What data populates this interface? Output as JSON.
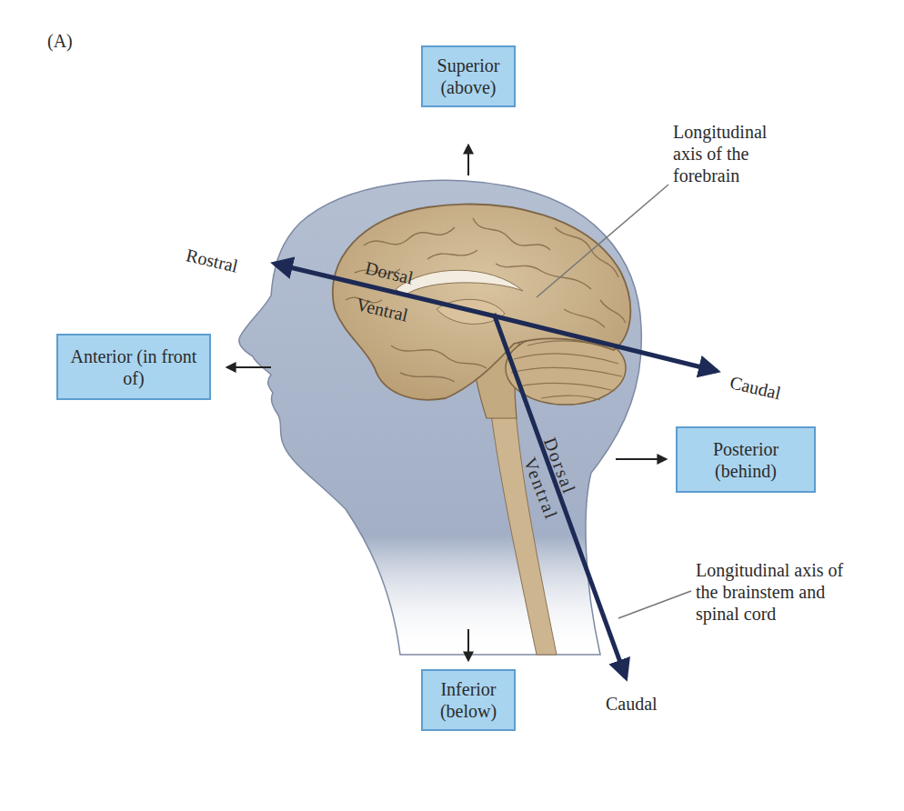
{
  "diagram": {
    "nodes": [
      {
        "text": [
          "Superior (above)"
        ]
      },
      {
        "text": [
          "Anterior (in front of)"
        ]
      },
      {
        "text": [
          "Posterior (behind)"
        ]
      },
      {
        "text": [
          "Inferior (below)"
        ]
      }
    ],
    "labels": [
      "(A)",
      "Rostral",
      "Dorsal",
      "Ventral",
      "Longitudinal axis of the forebrain",
      "Caudal",
      "Dorsal",
      "Ventral",
      "Longitudinal axis of the brainstem and spinal cord",
      "Caudal"
    ]
  }
}
